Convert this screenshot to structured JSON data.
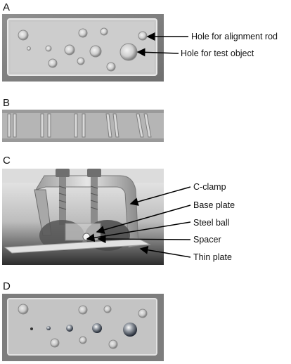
{
  "panels": {
    "a": {
      "letter": "A",
      "labels": [
        "Hole for alignment rod",
        "Hole for test object"
      ]
    },
    "b": {
      "letter": "B"
    },
    "c": {
      "letter": "C",
      "labels": [
        "C-clamp",
        "Base plate",
        "Steel ball",
        "Spacer",
        "Thin plate"
      ]
    },
    "d": {
      "letter": "D"
    }
  }
}
